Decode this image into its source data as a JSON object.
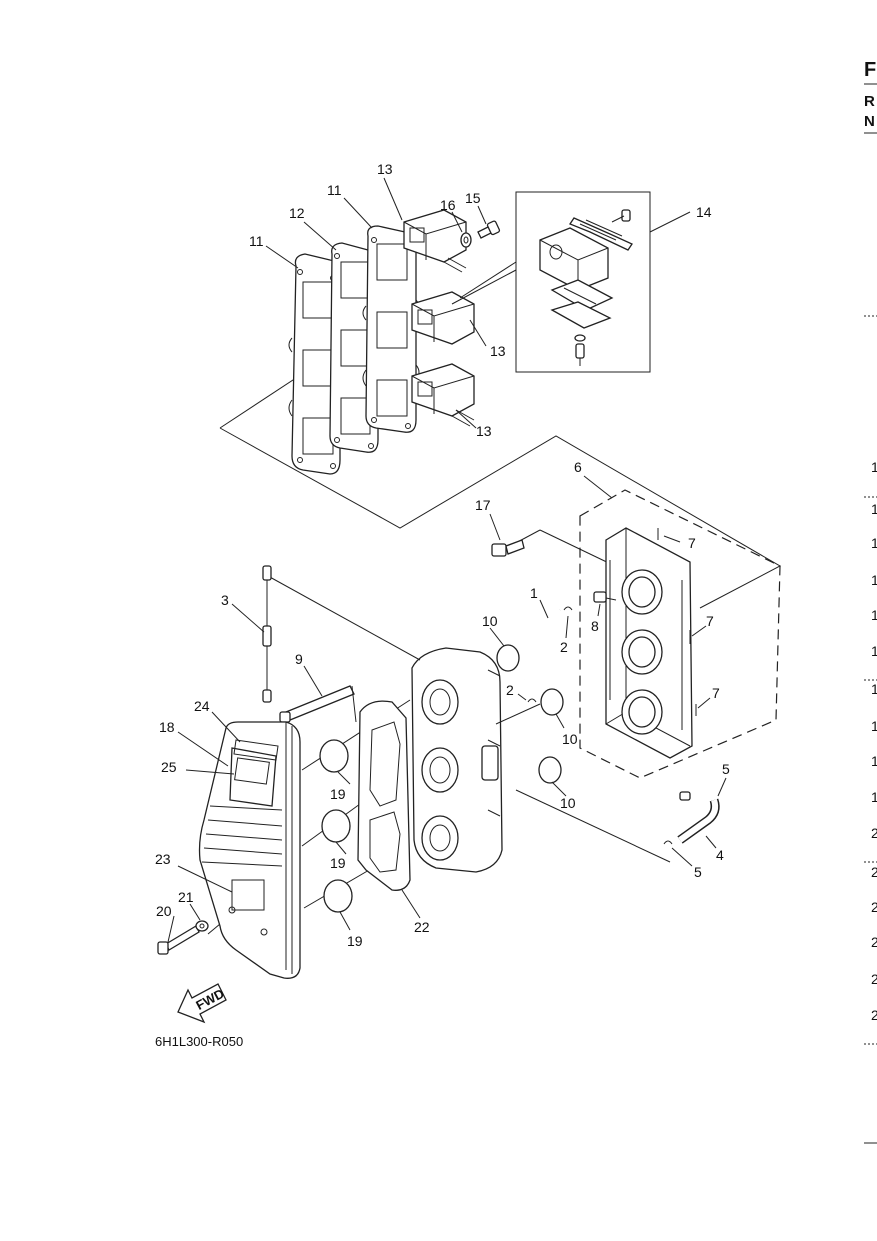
{
  "diagram_ref": "6H1L300-R050",
  "fwd_label": "FWD",
  "header_edge": {
    "title_fragment": "F",
    "line1_fragment": "R",
    "line2_fragment": "N"
  },
  "edge_numbers": [
    "1",
    "1",
    "1",
    "1",
    "1",
    "1",
    "1",
    "1",
    "1",
    "1",
    "2",
    "2",
    "2",
    "2",
    "2",
    "2"
  ],
  "callouts": {
    "c1": "1",
    "c2a": "2",
    "c2b": "2",
    "c3": "3",
    "c4": "4",
    "c5a": "5",
    "c5b": "5",
    "c6": "6",
    "c7a": "7",
    "c7b": "7",
    "c7c": "7",
    "c8": "8",
    "c9": "9",
    "c10a": "10",
    "c10b": "10",
    "c10c": "10",
    "c11a": "11",
    "c11b": "11",
    "c12": "12",
    "c13a": "13",
    "c13b": "13",
    "c13c": "13",
    "c14": "14",
    "c15": "15",
    "c16": "16",
    "c17": "17",
    "c18": "18",
    "c19a": "19",
    "c19b": "19",
    "c19c": "19",
    "c20": "20",
    "c21": "21",
    "c22": "22",
    "c23": "23",
    "c24": "24",
    "c25": "25"
  }
}
